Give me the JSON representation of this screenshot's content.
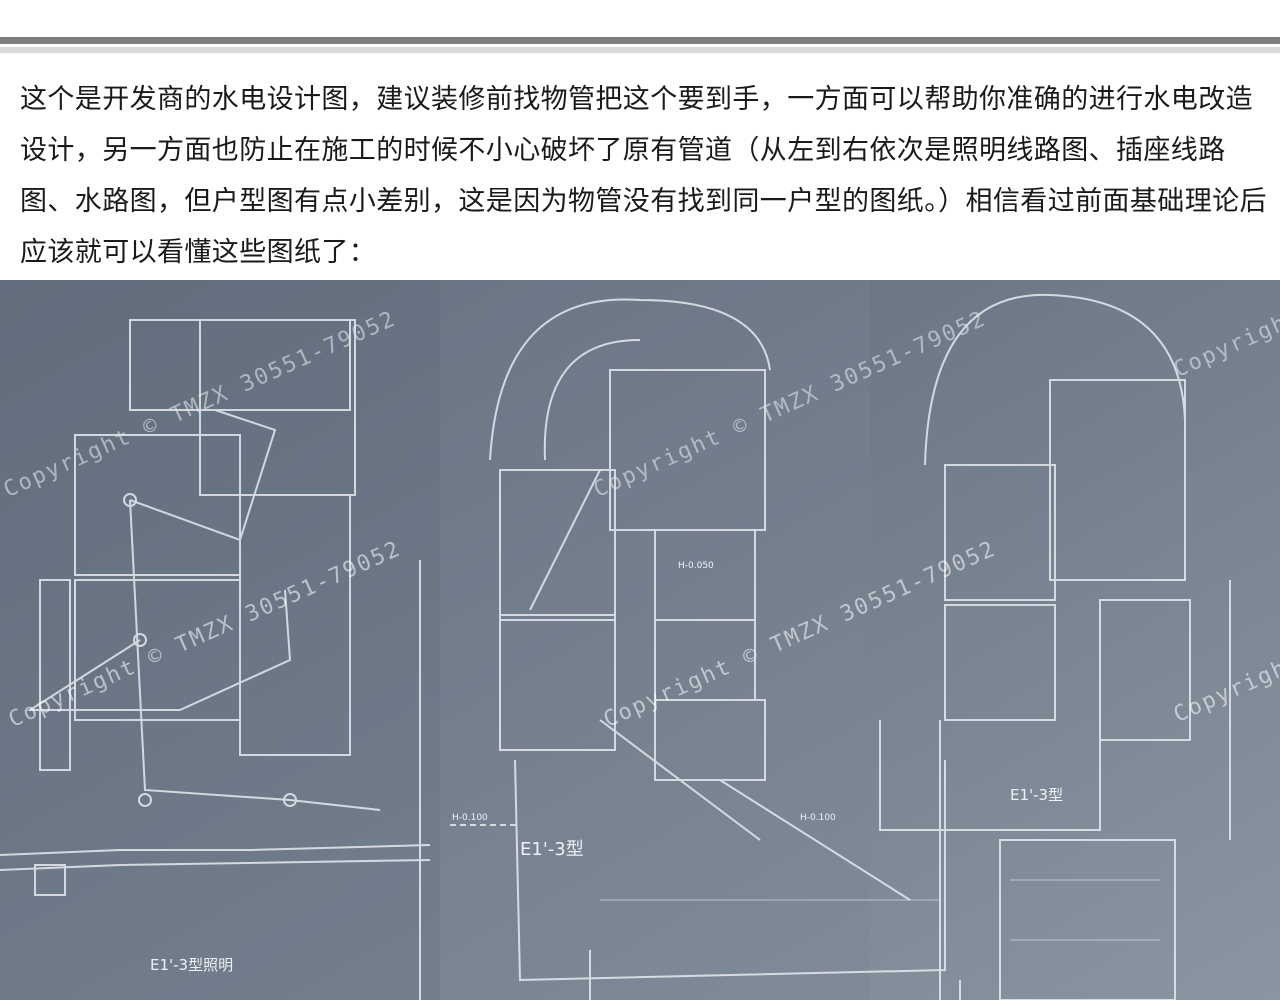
{
  "paragraph": "这个是开发商的水电设计图，建议装修前找物管把这个要到手，一方面可以帮助你准确的进行水电改造设计，另一方面也防止在施工的时候不小心破坏了原有管道（从左到右依次是照明线路图、插座线路图、水路图，但户型图有点小差别，这是因为物管没有找到同一户型的图纸。）相信看过前面基础理论后应该就可以看懂这些图纸了：",
  "watermark": "Copyright © TMZX 30551-79052",
  "blueprints": {
    "left_title": "E1'-3型照明",
    "middle_type": "E1'-3型",
    "right_type": "E1'-3型",
    "level_mark_1": "H-0.100",
    "level_mark_2": "H-0.050",
    "level_mark_3": "H-0.100"
  },
  "colors": {
    "photo_bg": "#6f7a88",
    "line": "#e8ecf2",
    "divider": "#7d7d7d"
  }
}
